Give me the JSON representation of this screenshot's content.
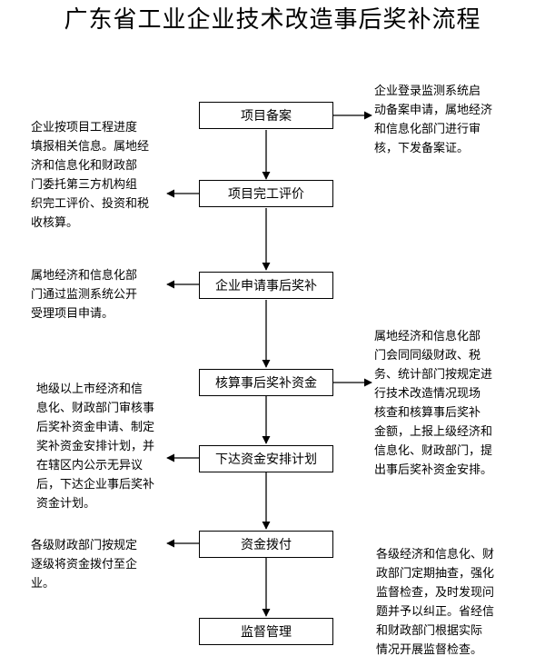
{
  "title": "广东省工业企业技术改造事后奖补流程",
  "steps": [
    {
      "label": "项目备案"
    },
    {
      "label": "项目完工评价"
    },
    {
      "label": "企业申请事后奖补"
    },
    {
      "label": "核算事后奖补资金"
    },
    {
      "label": "下达资金安排计划"
    },
    {
      "label": "资金拨付"
    },
    {
      "label": "监督管理"
    }
  ],
  "notes": {
    "filing": "企业登录监测系统启\n动备案申请，属地经济\n和信息化部门进行审\n核，下发备案证。",
    "completion": "企业按项目工程进度\n填报相关信息。属地经\n济和信息化和财政部\n门委托第三方机构组\n织完工评价、投资和税\n收核算。",
    "application": "属地经济和信息化部\n门通过监测系统公开\n受理项目申请。",
    "accounting": "属地经济和信息化部\n门会同同级财政、税\n务、统计部门按规定进\n行技术改造情况现场\n核查和核算事后奖补\n金额，上报上级经济和\n信息化、财政部门，提\n出事后奖补资金安排。",
    "plan": "地级以上市经济和信\n息化、财政部门审核事\n后奖补资金申请、制定\n奖补资金安排计划，并\n在辖区内公示无异议\n后，下达企业事后奖补\n资金计划。",
    "disbursement": "各级财政部门按规定\n逐级将资金拨付至企\n业。",
    "supervision": "各级经济和信息化、财\n政部门定期抽查，强化\n监督检查，及时发现问\n题并予以纠正。省经信\n和财政部门根据实际\n情况开展监督检查。"
  }
}
